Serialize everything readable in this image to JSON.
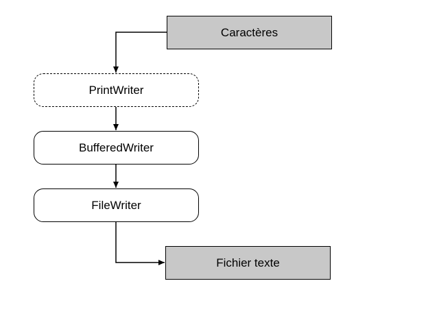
{
  "diagram": {
    "source": {
      "label": "Caractères",
      "fill": "#c8c8c8"
    },
    "streams": [
      {
        "label": "PrintWriter",
        "border_style": "dashed"
      },
      {
        "label": "BufferedWriter",
        "border_style": "solid"
      },
      {
        "label": "FileWriter",
        "border_style": "solid"
      }
    ],
    "sink": {
      "label": "Fichier texte",
      "fill": "#c8c8c8"
    },
    "colors": {
      "line": "#000000",
      "background": "#ffffff"
    }
  }
}
